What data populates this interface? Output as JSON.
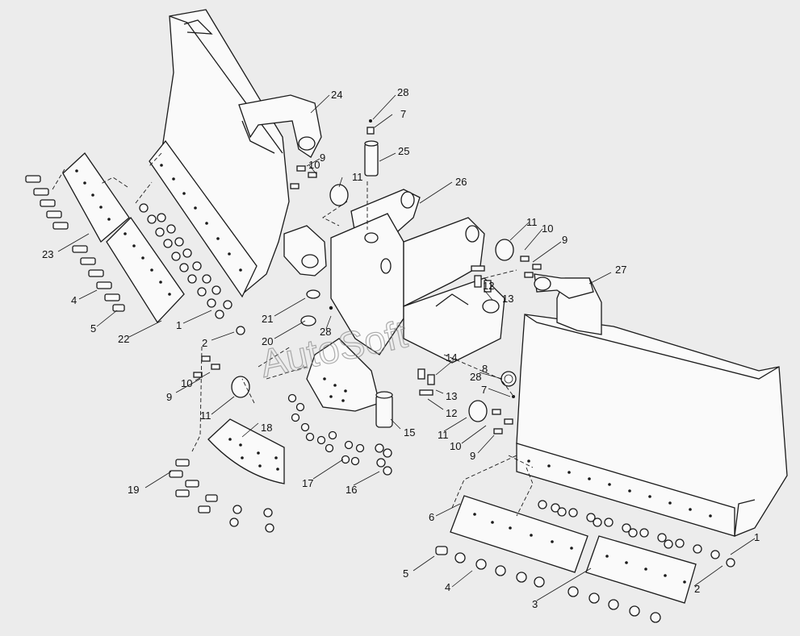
{
  "watermark": "AutoSoft",
  "callouts": [
    "1",
    "2",
    "3",
    "4",
    "5",
    "6",
    "7",
    "8",
    "9",
    "10",
    "11",
    "12",
    "13",
    "14",
    "15",
    "16",
    "17",
    "18",
    "19",
    "20",
    "21",
    "22",
    "23",
    "24",
    "25",
    "26",
    "27",
    "28"
  ]
}
